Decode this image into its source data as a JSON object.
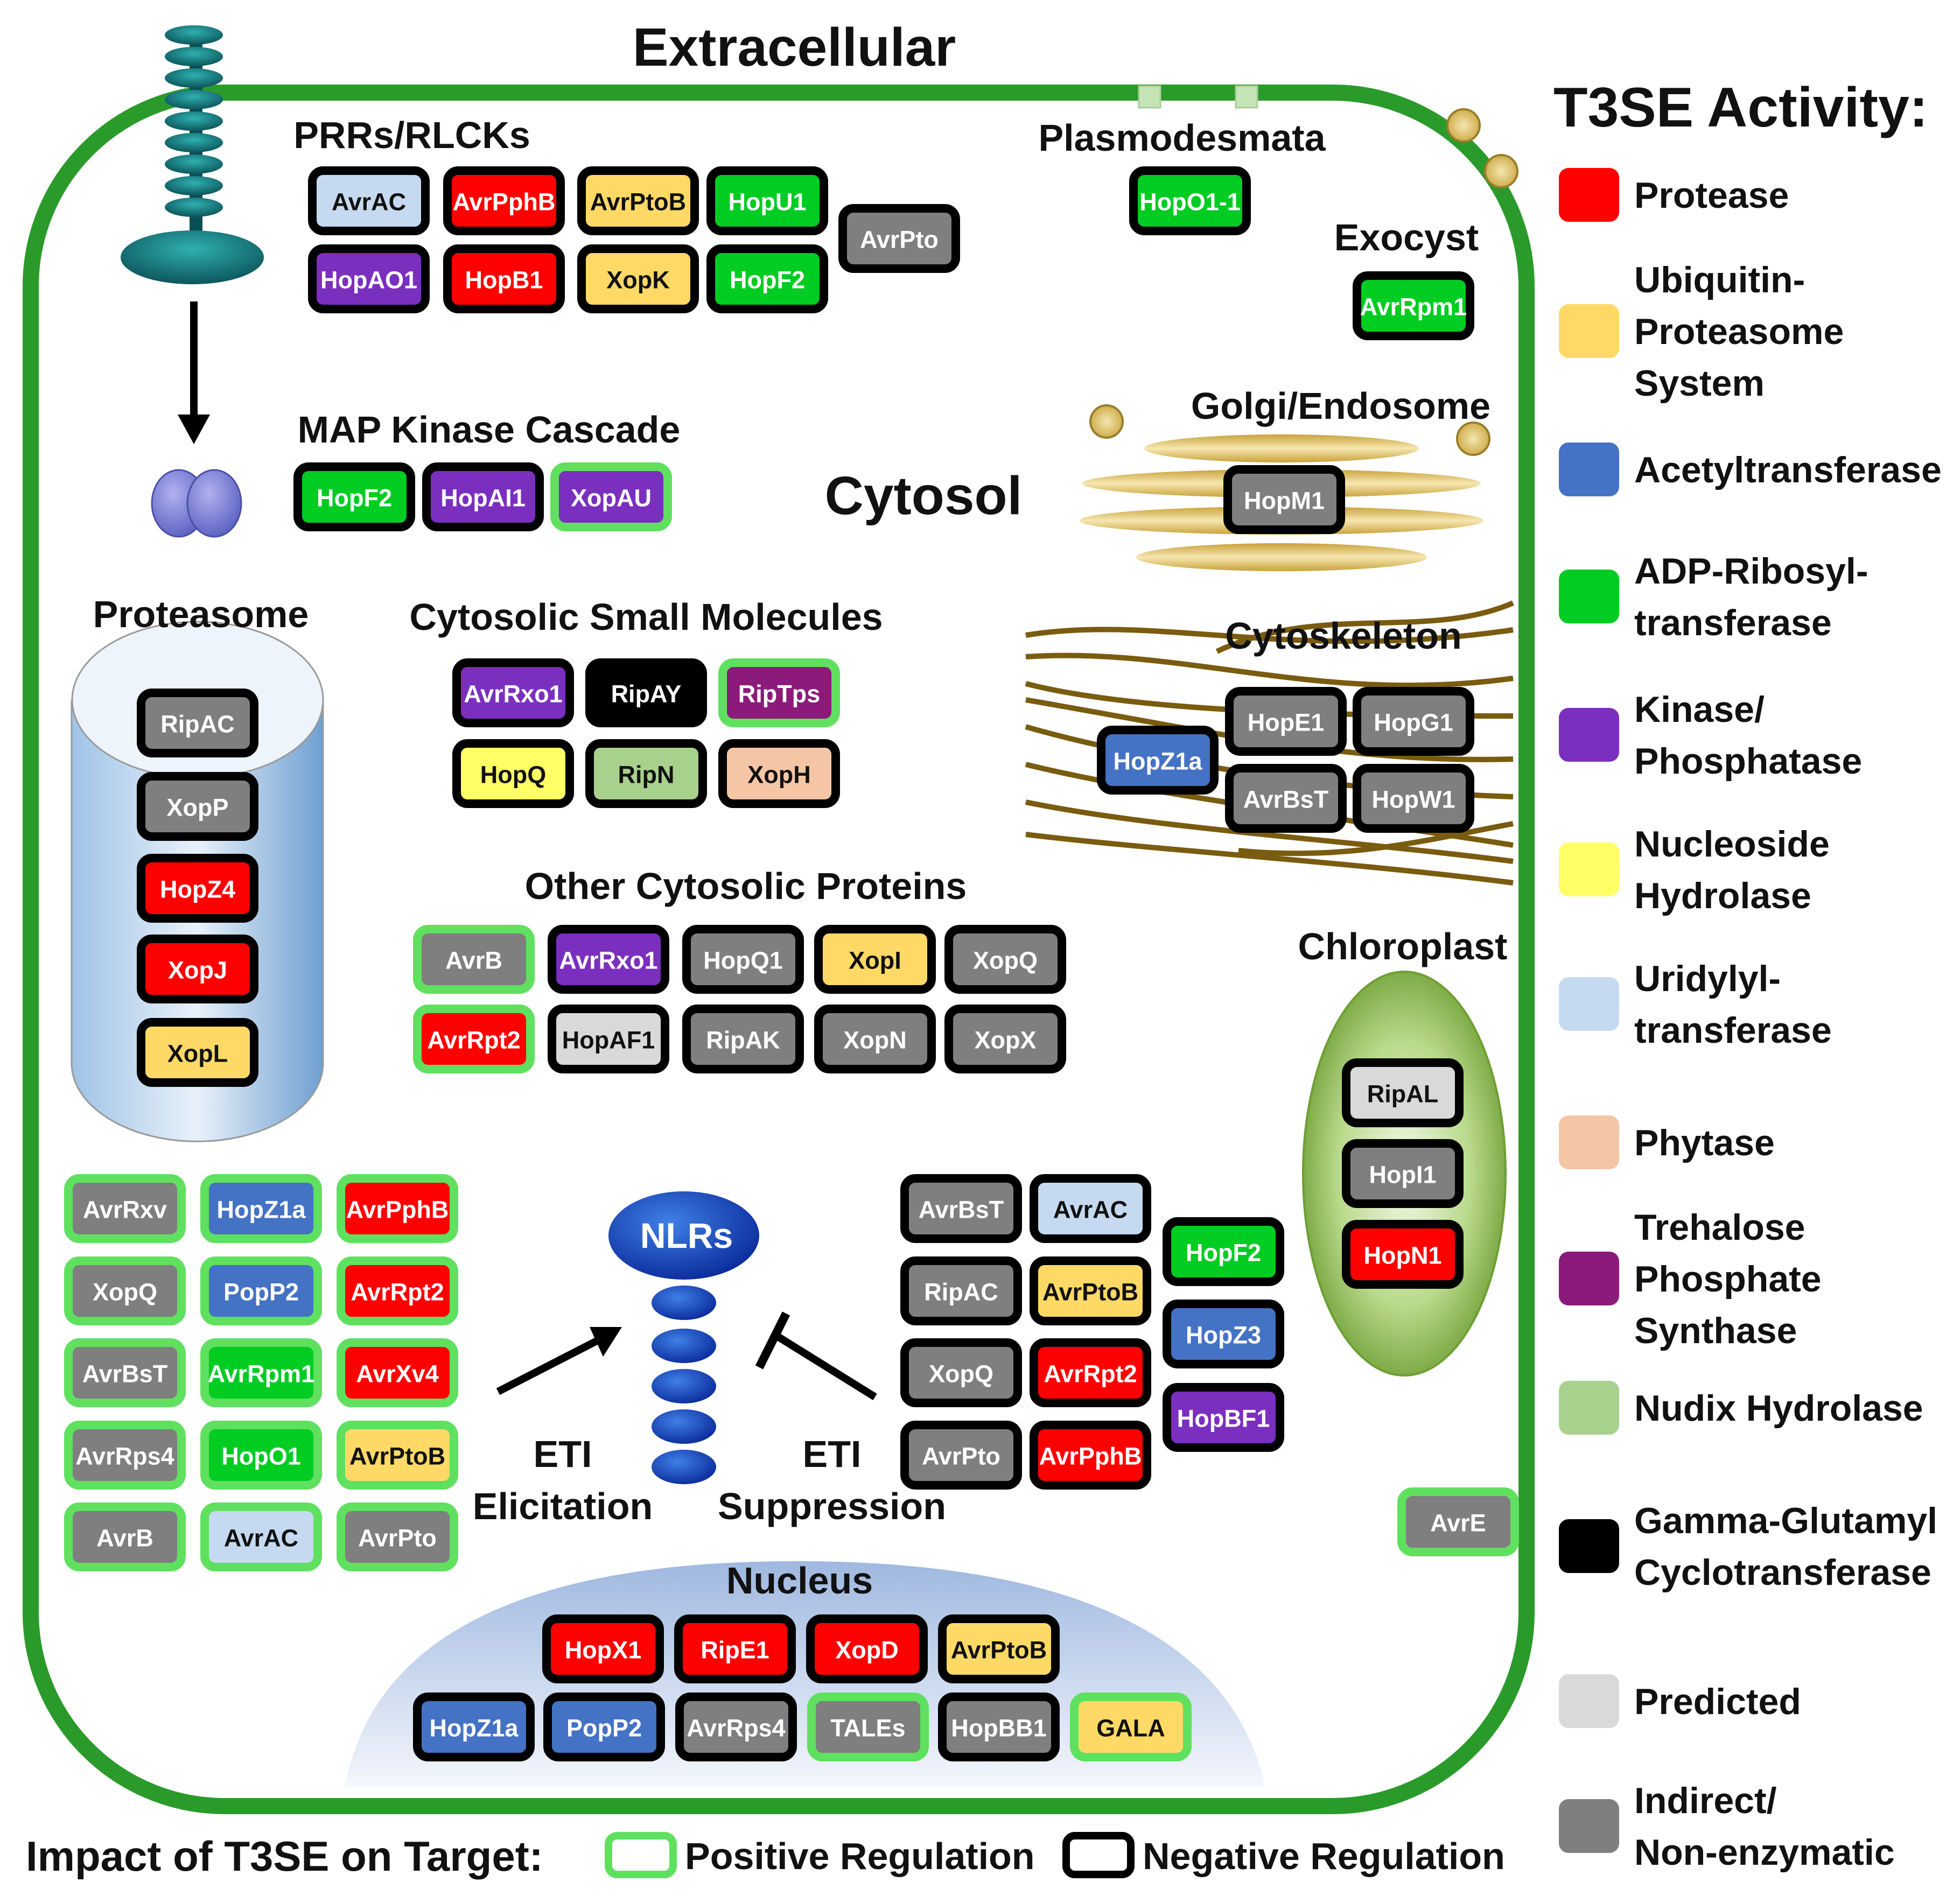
{
  "colors": {
    "protease": "#ff0000",
    "ups": "#ffd966",
    "acetyl": "#4472c4",
    "adp": "#00cc22",
    "kinase": "#7b2fbf",
    "nucleoside": "#ffff66",
    "uridylyl": "#c5daf0",
    "phytase": "#f5c6a5",
    "trehalose": "#8c1a7a",
    "nudix": "#a9d18e",
    "gamma": "#000000",
    "predicted": "#d9d9d9",
    "indirect": "#7f7f7f",
    "cell_wall": "#2a9a2a",
    "positive_border": "#5fe05f",
    "negative_border": "#000000"
  },
  "labels": {
    "extracellular": "Extracellular",
    "cytosol": "Cytosol",
    "prrs": "PRRs/RLCKs",
    "plasmodesmata": "Plasmodesmata",
    "exocyst": "Exocyst",
    "mapk": "MAP Kinase Cascade",
    "golgi": "Golgi/Endosome",
    "proteasome": "Proteasome",
    "small_molecules": "Cytosolic Small Molecules",
    "cytoskeleton": "Cytoskeleton",
    "other_proteins": "Other Cytosolic Proteins",
    "chloroplast": "Chloroplast",
    "nlrs": "NLRs",
    "eti": "ETI",
    "elicitation": "Elicitation",
    "suppression": "Suppression",
    "nucleus": "Nucleus"
  },
  "legend": {
    "title": "T3SE Activity:",
    "items": [
      {
        "key": "protease",
        "lines": [
          "Protease"
        ]
      },
      {
        "key": "ups",
        "lines": [
          "Ubiquitin-",
          "Proteasome",
          "System"
        ]
      },
      {
        "key": "acetyl",
        "lines": [
          "Acetyltransferase"
        ]
      },
      {
        "key": "adp",
        "lines": [
          "ADP-Ribosyl-",
          "transferase"
        ]
      },
      {
        "key": "kinase",
        "lines": [
          "Kinase/",
          "Phosphatase"
        ]
      },
      {
        "key": "nucleoside",
        "lines": [
          "Nucleoside",
          "Hydrolase"
        ]
      },
      {
        "key": "uridylyl",
        "lines": [
          "Uridylyl-",
          "transferase"
        ]
      },
      {
        "key": "phytase",
        "lines": [
          "Phytase"
        ]
      },
      {
        "key": "trehalose",
        "lines": [
          "Trehalose",
          "Phosphate",
          "Synthase"
        ]
      },
      {
        "key": "nudix",
        "lines": [
          "Nudix Hydrolase"
        ]
      },
      {
        "key": "gamma",
        "lines": [
          "Gamma-Glutamyl",
          "Cyclotransferase"
        ]
      },
      {
        "key": "predicted",
        "lines": [
          "Predicted"
        ]
      },
      {
        "key": "indirect",
        "lines": [
          "Indirect/",
          "Non-enzymatic"
        ]
      }
    ]
  },
  "impact": {
    "title": "Impact of T3SE on Target:",
    "positive": "Positive Regulation",
    "negative": "Negative Regulation"
  },
  "effectors": [
    {
      "g": "prrs",
      "label": "AvrAC",
      "act": "uridylyl",
      "reg": "neg"
    },
    {
      "g": "prrs",
      "label": "AvrPphB",
      "act": "protease",
      "reg": "neg"
    },
    {
      "g": "prrs",
      "label": "AvrPtoB",
      "act": "ups",
      "reg": "neg"
    },
    {
      "g": "prrs",
      "label": "HopU1",
      "act": "adp",
      "reg": "neg"
    },
    {
      "g": "prrs",
      "label": "AvrPto",
      "act": "indirect",
      "reg": "neg"
    },
    {
      "g": "prrs",
      "label": "HopAO1",
      "act": "kinase",
      "reg": "neg"
    },
    {
      "g": "prrs",
      "label": "HopB1",
      "act": "protease",
      "reg": "neg"
    },
    {
      "g": "prrs",
      "label": "XopK",
      "act": "ups",
      "reg": "neg"
    },
    {
      "g": "prrs",
      "label": "HopF2",
      "act": "adp",
      "reg": "neg"
    },
    {
      "g": "plasmodesmata",
      "label": "HopO1-1",
      "act": "adp",
      "reg": "neg"
    },
    {
      "g": "exocyst",
      "label": "AvrRpm1",
      "act": "adp",
      "reg": "neg"
    },
    {
      "g": "mapk",
      "label": "HopF2",
      "act": "adp",
      "reg": "neg"
    },
    {
      "g": "mapk",
      "label": "HopAI1",
      "act": "kinase",
      "reg": "neg"
    },
    {
      "g": "mapk",
      "label": "XopAU",
      "act": "kinase",
      "reg": "pos"
    },
    {
      "g": "golgi",
      "label": "HopM1",
      "act": "indirect",
      "reg": "neg"
    },
    {
      "g": "proteasome",
      "label": "RipAC",
      "act": "indirect",
      "reg": "neg"
    },
    {
      "g": "proteasome",
      "label": "XopP",
      "act": "indirect",
      "reg": "neg"
    },
    {
      "g": "proteasome",
      "label": "HopZ4",
      "act": "protease",
      "reg": "neg"
    },
    {
      "g": "proteasome",
      "label": "XopJ",
      "act": "protease",
      "reg": "neg"
    },
    {
      "g": "proteasome",
      "label": "XopL",
      "act": "ups",
      "reg": "neg"
    },
    {
      "g": "small",
      "label": "AvrRxo1",
      "act": "kinase",
      "reg": "neg"
    },
    {
      "g": "small",
      "label": "RipAY",
      "act": "gamma",
      "reg": "neg"
    },
    {
      "g": "small",
      "label": "RipTps",
      "act": "trehalose",
      "reg": "pos"
    },
    {
      "g": "small",
      "label": "HopQ",
      "act": "nucleoside",
      "reg": "neg"
    },
    {
      "g": "small",
      "label": "RipN",
      "act": "nudix",
      "reg": "neg"
    },
    {
      "g": "small",
      "label": "XopH",
      "act": "phytase",
      "reg": "neg"
    },
    {
      "g": "cytoskeleton",
      "label": "HopZ1a",
      "act": "acetyl",
      "reg": "neg"
    },
    {
      "g": "cytoskeleton",
      "label": "HopE1",
      "act": "indirect",
      "reg": "neg"
    },
    {
      "g": "cytoskeleton",
      "label": "HopG1",
      "act": "indirect",
      "reg": "neg"
    },
    {
      "g": "cytoskeleton",
      "label": "AvrBsT",
      "act": "indirect",
      "reg": "neg"
    },
    {
      "g": "cytoskeleton",
      "label": "HopW1",
      "act": "indirect",
      "reg": "neg"
    },
    {
      "g": "other",
      "label": "AvrB",
      "act": "indirect",
      "reg": "pos"
    },
    {
      "g": "other",
      "label": "AvrRxo1",
      "act": "kinase",
      "reg": "neg"
    },
    {
      "g": "other",
      "label": "HopQ1",
      "act": "indirect",
      "reg": "neg"
    },
    {
      "g": "other",
      "label": "XopI",
      "act": "ups",
      "reg": "neg"
    },
    {
      "g": "other",
      "label": "XopQ",
      "act": "indirect",
      "reg": "neg"
    },
    {
      "g": "other",
      "label": "AvrRpt2",
      "act": "protease",
      "reg": "pos"
    },
    {
      "g": "other",
      "label": "HopAF1",
      "act": "predicted",
      "reg": "neg"
    },
    {
      "g": "other",
      "label": "RipAK",
      "act": "indirect",
      "reg": "neg"
    },
    {
      "g": "other",
      "label": "XopN",
      "act": "indirect",
      "reg": "neg"
    },
    {
      "g": "other",
      "label": "XopX",
      "act": "indirect",
      "reg": "neg"
    },
    {
      "g": "chloroplast",
      "label": "RipAL",
      "act": "predicted",
      "reg": "neg"
    },
    {
      "g": "chloroplast",
      "label": "HopI1",
      "act": "indirect",
      "reg": "neg"
    },
    {
      "g": "chloroplast",
      "label": "HopN1",
      "act": "protease",
      "reg": "neg"
    },
    {
      "g": "eti_elicit",
      "label": "AvrRxv",
      "act": "indirect",
      "reg": "pos"
    },
    {
      "g": "eti_elicit",
      "label": "HopZ1a",
      "act": "acetyl",
      "reg": "pos"
    },
    {
      "g": "eti_elicit",
      "label": "AvrPphB",
      "act": "protease",
      "reg": "pos"
    },
    {
      "g": "eti_elicit",
      "label": "XopQ",
      "act": "indirect",
      "reg": "pos"
    },
    {
      "g": "eti_elicit",
      "label": "PopP2",
      "act": "acetyl",
      "reg": "pos"
    },
    {
      "g": "eti_elicit",
      "label": "AvrRpt2",
      "act": "protease",
      "reg": "pos"
    },
    {
      "g": "eti_elicit",
      "label": "AvrBsT",
      "act": "indirect",
      "reg": "pos"
    },
    {
      "g": "eti_elicit",
      "label": "AvrRpm1",
      "act": "adp",
      "reg": "pos"
    },
    {
      "g": "eti_elicit",
      "label": "AvrXv4",
      "act": "protease",
      "reg": "pos"
    },
    {
      "g": "eti_elicit",
      "label": "AvrRps4",
      "act": "indirect",
      "reg": "pos"
    },
    {
      "g": "eti_elicit",
      "label": "HopO1",
      "act": "adp",
      "reg": "pos"
    },
    {
      "g": "eti_elicit",
      "label": "AvrPtoB",
      "act": "ups",
      "reg": "pos"
    },
    {
      "g": "eti_elicit",
      "label": "AvrB",
      "act": "indirect",
      "reg": "pos"
    },
    {
      "g": "eti_elicit",
      "label": "AvrAC",
      "act": "uridylyl",
      "reg": "pos"
    },
    {
      "g": "eti_elicit",
      "label": "AvrPto",
      "act": "indirect",
      "reg": "pos"
    },
    {
      "g": "eti_suppress",
      "label": "AvrBsT",
      "act": "indirect",
      "reg": "neg"
    },
    {
      "g": "eti_suppress",
      "label": "AvrAC",
      "act": "uridylyl",
      "reg": "neg"
    },
    {
      "g": "eti_suppress",
      "label": "HopF2",
      "act": "adp",
      "reg": "neg"
    },
    {
      "g": "eti_suppress",
      "label": "RipAC",
      "act": "indirect",
      "reg": "neg"
    },
    {
      "g": "eti_suppress",
      "label": "AvrPtoB",
      "act": "ups",
      "reg": "neg"
    },
    {
      "g": "eti_suppress",
      "label": "HopZ3",
      "act": "acetyl",
      "reg": "neg"
    },
    {
      "g": "eti_suppress",
      "label": "XopQ",
      "act": "indirect",
      "reg": "neg"
    },
    {
      "g": "eti_suppress",
      "label": "AvrRpt2",
      "act": "protease",
      "reg": "neg"
    },
    {
      "g": "eti_suppress",
      "label": "HopBF1",
      "act": "kinase",
      "reg": "neg"
    },
    {
      "g": "eti_suppress",
      "label": "AvrPto",
      "act": "indirect",
      "reg": "neg"
    },
    {
      "g": "eti_suppress",
      "label": "AvrPphB",
      "act": "protease",
      "reg": "neg"
    },
    {
      "g": "cytosol_misc",
      "label": "AvrE",
      "act": "indirect",
      "reg": "pos"
    },
    {
      "g": "nucleus",
      "label": "HopX1",
      "act": "protease",
      "reg": "neg"
    },
    {
      "g": "nucleus",
      "label": "RipE1",
      "act": "protease",
      "reg": "neg"
    },
    {
      "g": "nucleus",
      "label": "XopD",
      "act": "protease",
      "reg": "neg"
    },
    {
      "g": "nucleus",
      "label": "AvrPtoB",
      "act": "ups",
      "reg": "neg"
    },
    {
      "g": "nucleus",
      "label": "HopZ1a",
      "act": "acetyl",
      "reg": "neg"
    },
    {
      "g": "nucleus",
      "label": "PopP2",
      "act": "acetyl",
      "reg": "neg"
    },
    {
      "g": "nucleus",
      "label": "AvrRps4",
      "act": "indirect",
      "reg": "neg"
    },
    {
      "g": "nucleus",
      "label": "TALEs",
      "act": "indirect",
      "reg": "pos"
    },
    {
      "g": "nucleus",
      "label": "HopBB1",
      "act": "indirect",
      "reg": "neg"
    },
    {
      "g": "nucleus",
      "label": "GALA",
      "act": "ups",
      "reg": "pos"
    }
  ]
}
